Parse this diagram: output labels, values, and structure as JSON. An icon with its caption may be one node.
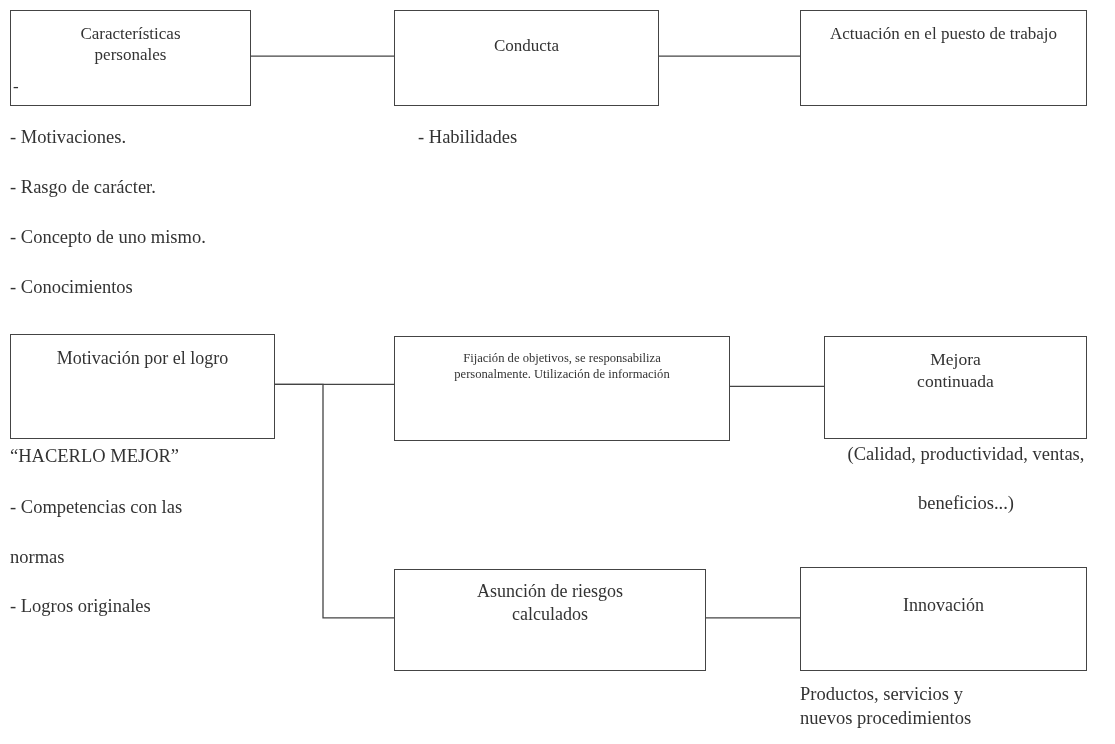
{
  "diagram": {
    "nodes": [
      {
        "text": [
          "Características personales",
          "-"
        ],
        "beside": [
          "- Motivaciones.",
          "- Rasgo de carácter.",
          "- Concepto de uno mismo.",
          "- Conocimientos"
        ]
      },
      {
        "text": [
          "Conducta"
        ],
        "beside": [
          "- Habilidades"
        ]
      },
      {
        "text": [
          "Actuación en el puesto de trabajo"
        ]
      },
      {
        "text": [
          "Motivación por el logro"
        ],
        "beside": [
          "“HACERLO MEJOR”",
          "- Competencias con las normas",
          "- Logros originales"
        ]
      },
      {
        "text": [
          "Fijación de objetivos, se responsabiliza personalmente. Utilización de información"
        ]
      },
      {
        "text": [
          "Mejora continuada"
        ],
        "beside": [
          "(Calidad, productividad, ventas,  beneficios...)"
        ]
      },
      {
        "text": [
          "Asunción de riesgos calculados"
        ]
      },
      {
        "text": [
          "Innovación"
        ],
        "beside": [
          "Productos, servicios y nuevos procedimientos"
        ]
      }
    ],
    "edges": [
      {
        "from": 0,
        "to": 1,
        "arrow": "none"
      },
      {
        "from": 1,
        "to": 2,
        "arrow": "none"
      },
      {
        "from": 3,
        "to": 4,
        "arrow": "none"
      },
      {
        "from": 3,
        "to": 6,
        "arrow": "none"
      },
      {
        "from": 4,
        "to": 5,
        "arrow": "none"
      },
      {
        "from": 6,
        "to": 7,
        "arrow": "none"
      }
    ]
  }
}
